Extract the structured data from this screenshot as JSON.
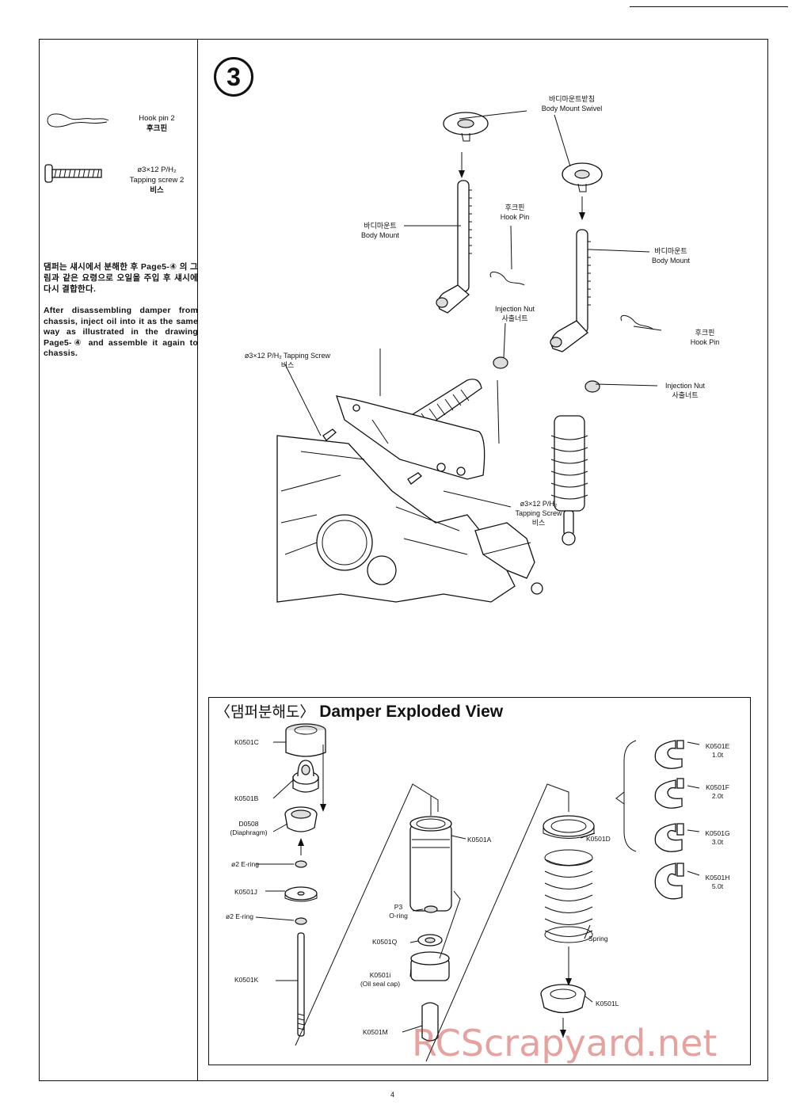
{
  "sidebar": {
    "hook_pin": {
      "name": "Hook pin 2",
      "ko": "후크핀"
    },
    "screw": {
      "size": "ø3×12 P/H₂",
      "name": "Tapping screw  2",
      "ko": "비스"
    },
    "note_ko": "댐퍼는 섀시에서 분해한 후 Page5-④ 의 그림과 같은 요령으로 오일을 주입 후 섀시에 다시 결합한다.",
    "note_en": "After disassembling damper from chassis, inject oil into it as the same way as illustrated in the drawing Page5-④ and assemble it again to chassis."
  },
  "step_number": "3",
  "labels": {
    "body_mount_swivel_ko": "바디마운트받침",
    "body_mount_swivel": "Body Mount Swivel",
    "body_mount_ko": "바디마운트",
    "body_mount": "Body Mount",
    "hook_pin_ko": "후크핀",
    "hook_pin": "Hook Pin",
    "injection_nut": "Injection Nut",
    "injection_nut_ko": "사출너트",
    "tapping_screw_inline": "ø3×12 P/H₂ Tapping Screw",
    "tapping_screw_size": "ø3×12 P/H₂",
    "tapping_screw": "Tapping Screw",
    "bis_ko": "비스"
  },
  "exploded": {
    "title_ko": "〈댐퍼분해도〉",
    "title_en": "Damper  Exploded  View",
    "parts": {
      "c": "K0501C",
      "b": "K0501B",
      "d0508": "D0508",
      "diaphragm": "(Diaphragm)",
      "ering1": "ø2 E-ring",
      "j": "K0501J",
      "ering2": "ø2 E-ring",
      "k": "K0501K",
      "a": "K0501A",
      "p3": "P3",
      "oring": "O-ring",
      "q": "K0501Q",
      "i": "K0501i",
      "oilseal": "(Oil seal cap)",
      "m": "K0501M",
      "d": "K0501D",
      "spring": "Spring",
      "l": "K0501L",
      "e": "K0501E",
      "e_t": "1.0t",
      "f": "K0501F",
      "f_t": "2.0t",
      "g": "K0501G",
      "g_t": "3.0t",
      "h": "K0501H",
      "h_t": "5.0t"
    }
  },
  "page_number": "4",
  "watermark": "RCScrapyard.net"
}
